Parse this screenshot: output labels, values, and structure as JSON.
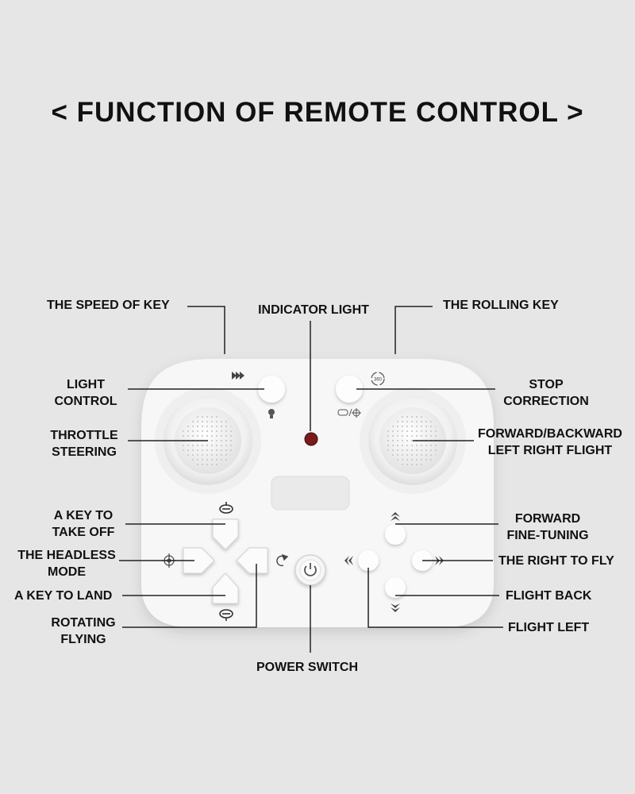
{
  "title": "< FUNCTION OF REMOTE CONTROL >",
  "labels": {
    "speed_key": "THE SPEED OF KEY",
    "indicator_light": "INDICATOR LIGHT",
    "rolling_key": "THE ROLLING KEY",
    "light_control": [
      "LIGHT",
      "CONTROL"
    ],
    "stop_correction": [
      "STOP",
      "CORRECTION"
    ],
    "throttle_steering": [
      "THROTTLE",
      "STEERING"
    ],
    "fb_lr_flight": [
      "FORWARD/BACKWARD",
      "LEFT RIGHT FLIGHT"
    ],
    "take_off": [
      "A KEY TO",
      "TAKE OFF"
    ],
    "forward_fine_tuning": [
      "FORWARD",
      "FINE-TUNING"
    ],
    "headless_mode": [
      "THE HEADLESS",
      "MODE"
    ],
    "right_to_fly": "THE RIGHT TO FLY",
    "key_to_land": "A KEY TO LAND",
    "flight_back": "FLIGHT BACK",
    "rotating_flying": [
      "ROTATING",
      "FLYING"
    ],
    "flight_left": "FLIGHT LEFT",
    "power_switch": "POWER SWITCH"
  },
  "icons": {
    "speed": "fast-forward-icon",
    "light": "bulb-icon",
    "roll": "360-roll-icon",
    "calibrate": "trim-calibrate-icon",
    "takeoff": "takeoff-drone-icon",
    "land": "land-drone-icon",
    "headless": "headless-target-icon",
    "rotate": "rotate-icon",
    "power": "power-icon"
  },
  "colors": {
    "background": "#e6e6e6",
    "controller_body": "#f7f7f7",
    "indicator": "#7a1a1a",
    "text": "#111111"
  }
}
